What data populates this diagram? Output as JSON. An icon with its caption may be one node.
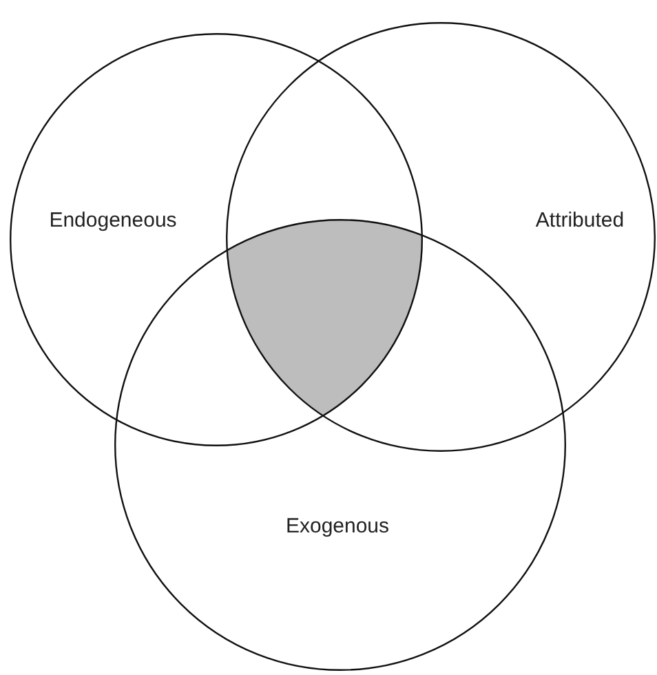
{
  "diagram": {
    "nodes": [
      {
        "text": [
          "Endogeneous"
        ]
      },
      {
        "text": [
          "Attributed"
        ]
      },
      {
        "text": [
          "Exogenous"
        ]
      },
      {
        "text": [],
        "shape": "region"
      }
    ]
  }
}
